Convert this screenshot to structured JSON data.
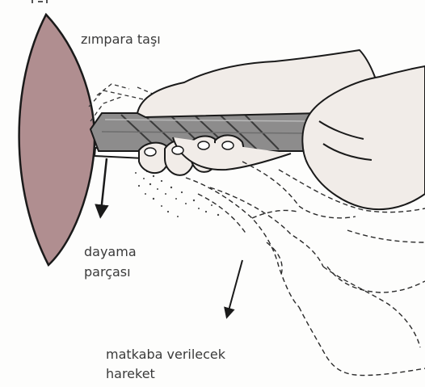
{
  "labels": {
    "wheel": "zımpara taşı",
    "tool_rest_line1": "dayama",
    "tool_rest_line2": "parçası",
    "motion_line1": "matkaba verilecek",
    "motion_line2": "hareket"
  },
  "colors": {
    "wheel_fill": "#b08e90",
    "hand_fill": "#f1ece8",
    "drill_fill": "#8d8c8c",
    "outline": "#1a1a1a"
  }
}
